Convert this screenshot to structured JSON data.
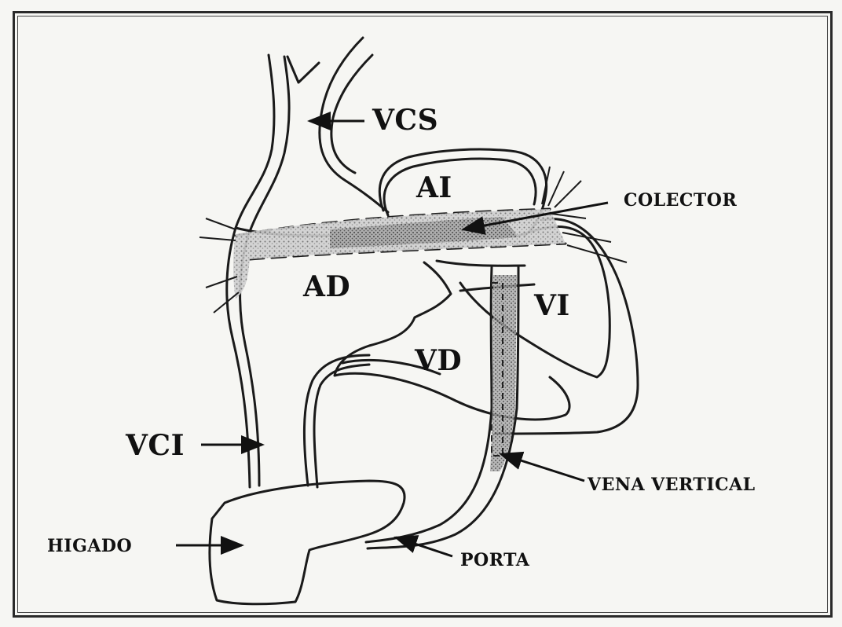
{
  "diagram": {
    "labels": {
      "vcs": "VCS",
      "ai": "AI",
      "colector": "COLECTOR",
      "ad": "AD",
      "vi": "VI",
      "vd": "VD",
      "vci": "VCI",
      "vena_vertical": "VENA VERTICAL",
      "higado": "HIGADO",
      "porta": "PORTA"
    }
  }
}
